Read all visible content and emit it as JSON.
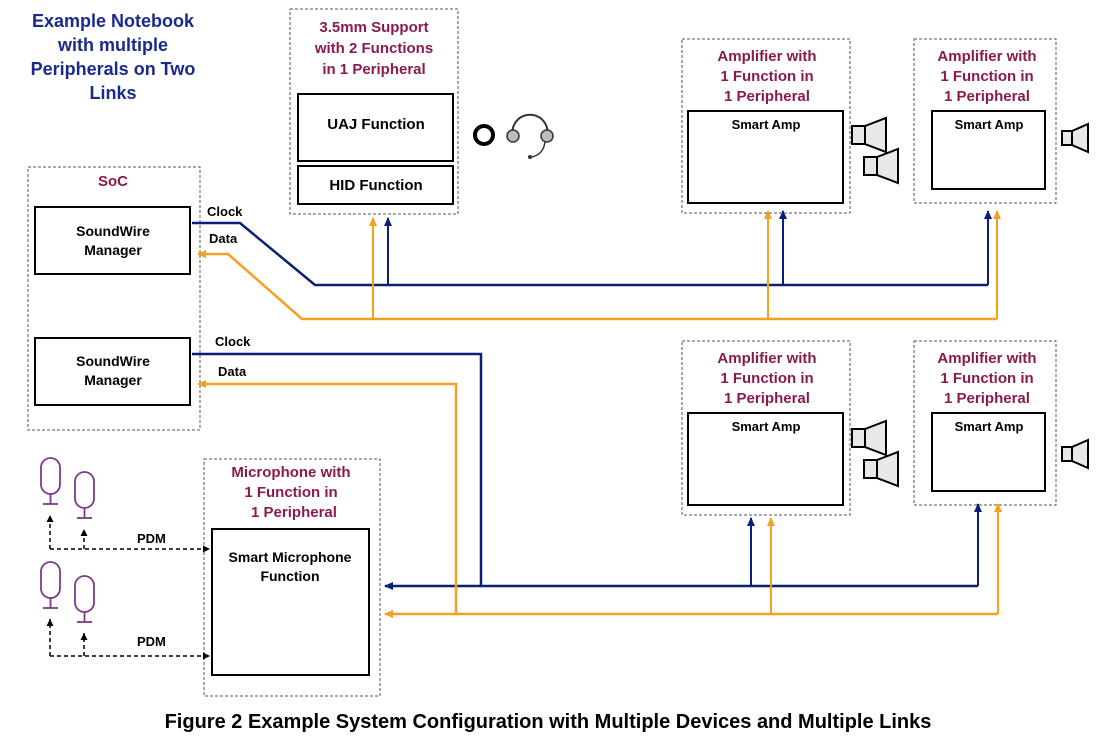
{
  "title": [
    "Example Notebook",
    "with multiple",
    "Peripherals on Two",
    "Links"
  ],
  "soc_label": "SoC",
  "managers": [
    [
      "SoundWire",
      "Manager"
    ],
    [
      "SoundWire",
      "Manager"
    ]
  ],
  "clock_label": "Clock",
  "data_label": "Data",
  "pdm_label": "PDM",
  "uaj_peripheral": {
    "title": [
      "3.5mm Support",
      "with 2 Functions",
      "in 1 Peripheral"
    ],
    "functions": [
      "UAJ Function",
      "HID Function"
    ]
  },
  "amplifiers": [
    {
      "title": [
        "Amplifier with",
        "1 Function in",
        "1 Peripheral"
      ],
      "function": "Smart Amp"
    },
    {
      "title": [
        "Amplifier with",
        "1 Function in",
        "1 Peripheral"
      ],
      "function": "Smart Amp"
    },
    {
      "title": [
        "Amplifier with",
        "1 Function in",
        "1 Peripheral"
      ],
      "function": "Smart Amp"
    },
    {
      "title": [
        "Amplifier with",
        "1 Function in",
        "1 Peripheral"
      ],
      "function": "Smart Amp"
    }
  ],
  "microphone_peripheral": {
    "title": [
      "Microphone with",
      "1 Function in",
      "1 Peripheral"
    ],
    "function": [
      "Smart Microphone",
      "Function"
    ]
  },
  "caption": "Figure 2 Example System Configuration with Multiple Devices and Multiple Links",
  "colors": {
    "title_blue": "#1a2a8c",
    "maroon": "#8b1a4f",
    "clock": "#0b1f78",
    "data": "#f5a020",
    "mic": "#7a3a8a"
  }
}
